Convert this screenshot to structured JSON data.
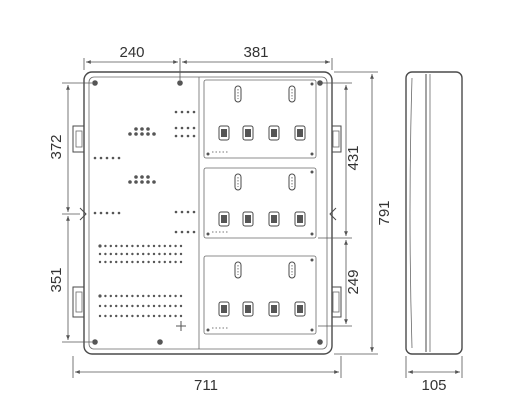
{
  "drawing": {
    "dimensions": {
      "top_left_width": "240",
      "top_right_width": "381",
      "left_upper_height": "372",
      "left_lower_height": "351",
      "right_upper_height": "431",
      "right_lower_height": "249",
      "overall_height": "791",
      "overall_width": "711",
      "side_depth": "105"
    }
  }
}
